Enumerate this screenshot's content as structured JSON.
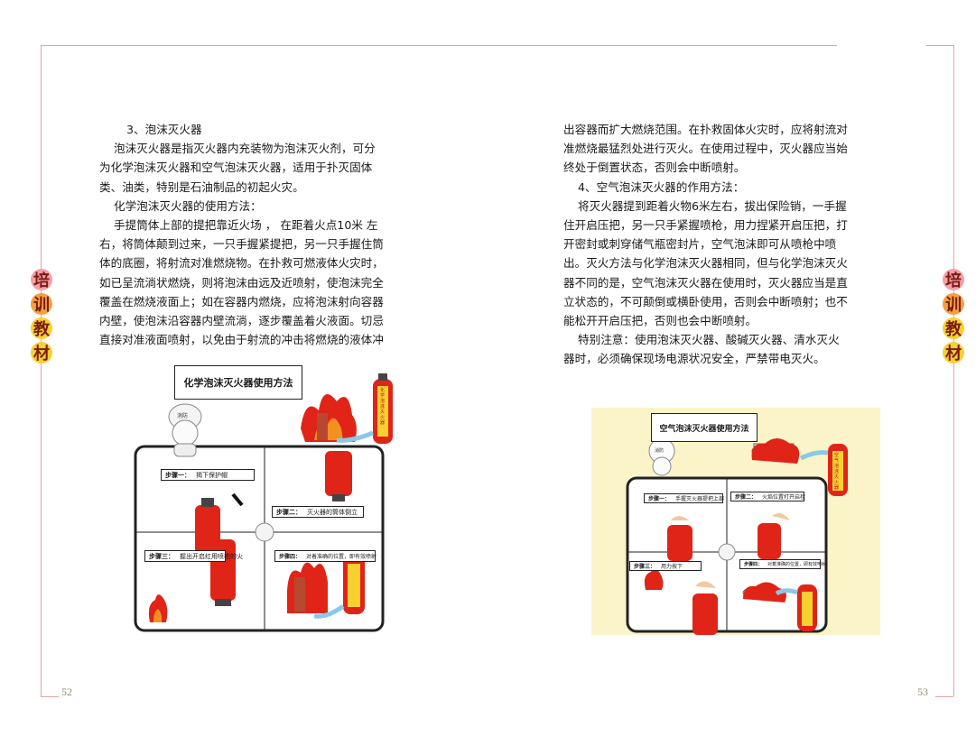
{
  "left_page": {
    "page_number": "52",
    "side_label": [
      "培",
      "训",
      "教",
      "材"
    ],
    "lines": [
      "3、泡沫灭火器",
      "    泡沫灭火器是指灭火器内充装物为泡沫灭火剂，可分",
      "为化学泡沫灭火器和空气泡沫灭火器，适用于扑灭固体",
      "类、油类，特别是石油制品的初起火灾。",
      "    化学泡沫灭火器的使用方法：",
      "    手提筒体上部的提把靠近火场 ， 在距着火点10米 左",
      "右，将筒体颠到过来，一只手握紧提把，另一只手握住筒",
      "体的底圈，将射流对准燃烧物。在扑救可燃液体火灾时，",
      "如已呈流淌状燃烧，则将泡沫由远及近喷射，使泡沫完全",
      "覆盖在燃烧液面上；如在容器内燃烧，应将泡沫射向容器",
      "内壁，使泡沫沿容器内壁流淌，逐步覆盖着火液面。切忌",
      "直接对准液面喷射，以免由于射流的冲击将燃烧的液体冲"
    ],
    "figure": {
      "title": "化学泡沫灭火器使用方法",
      "mascot_text": "消防",
      "extinguisher_label": "化学泡沫灭火器",
      "steps": [
        {
          "label": "步骤一：",
          "text": "揭下保护帽"
        },
        {
          "label": "步骤二：",
          "text": "灭火器的筒体倒立"
        },
        {
          "label": "步骤三：",
          "text": "握出开启红用喷枪的火"
        },
        {
          "label": "步骤四：",
          "text": "对着准确的位置，即有效喷射"
        }
      ]
    }
  },
  "right_page": {
    "page_number": "53",
    "side_label": [
      "培",
      "训",
      "教",
      "材"
    ],
    "lines": [
      "出容器而扩大燃烧范围。在扑救固体火灾时，应将射流对",
      "准燃烧最猛烈处进行灭火。在使用过程中，灭火器应当始",
      "终处于倒置状态，否则会中断喷射。",
      "",
      "    4、空气泡沫灭火器的作用方法：",
      "    将灭火器提到距着火物6米左右，拔出保险销，一手握",
      "住开启压把，另一只手紧握喷枪，用力捏紧开启压把，打",
      "开密封或刺穿储气瓶密封片，空气泡沫即可从喷枪中喷",
      "出。灭火方法与化学泡沫灭火器相同，但与化学泡沫灭火",
      "器不同的是，空气泡沫灭火器在使用时，灭火器应当是直",
      "立状态的，不可颠倒或横卧使用，否则会中断喷射；也不",
      "能松开开启压把，否则也会中断喷射。",
      "    特别注意：使用泡沫灭火器、酸碱灭火器、清水灭火",
      "器时，必须确保现场电源状况安全，严禁带电灭火。"
    ],
    "figure": {
      "title": "空气泡沫灭火器使用方法",
      "mascot_text": "消防",
      "extinguisher_label": "空气泡沫灭火器",
      "steps": [
        {
          "label": "步骤一：",
          "text": "手握灭火器提把上部"
        },
        {
          "label": "步骤二：",
          "text": "火焰位置打开启栓"
        },
        {
          "label": "步骤三：",
          "text": "用力按下"
        },
        {
          "label": "步骤四：",
          "text": "对着准确的位置，即有效喷射"
        }
      ]
    }
  },
  "colors": {
    "page_border": "#e8a0a8",
    "extinguisher_red": "#e02418",
    "flame_orange": "#f49020",
    "flame_red": "#c81814",
    "right_figure_bg": "#fbf4c8",
    "side_label_pink": "#f5a0a8",
    "side_label_orange": "#f5a040",
    "side_label_yellow": "#f8d030"
  }
}
